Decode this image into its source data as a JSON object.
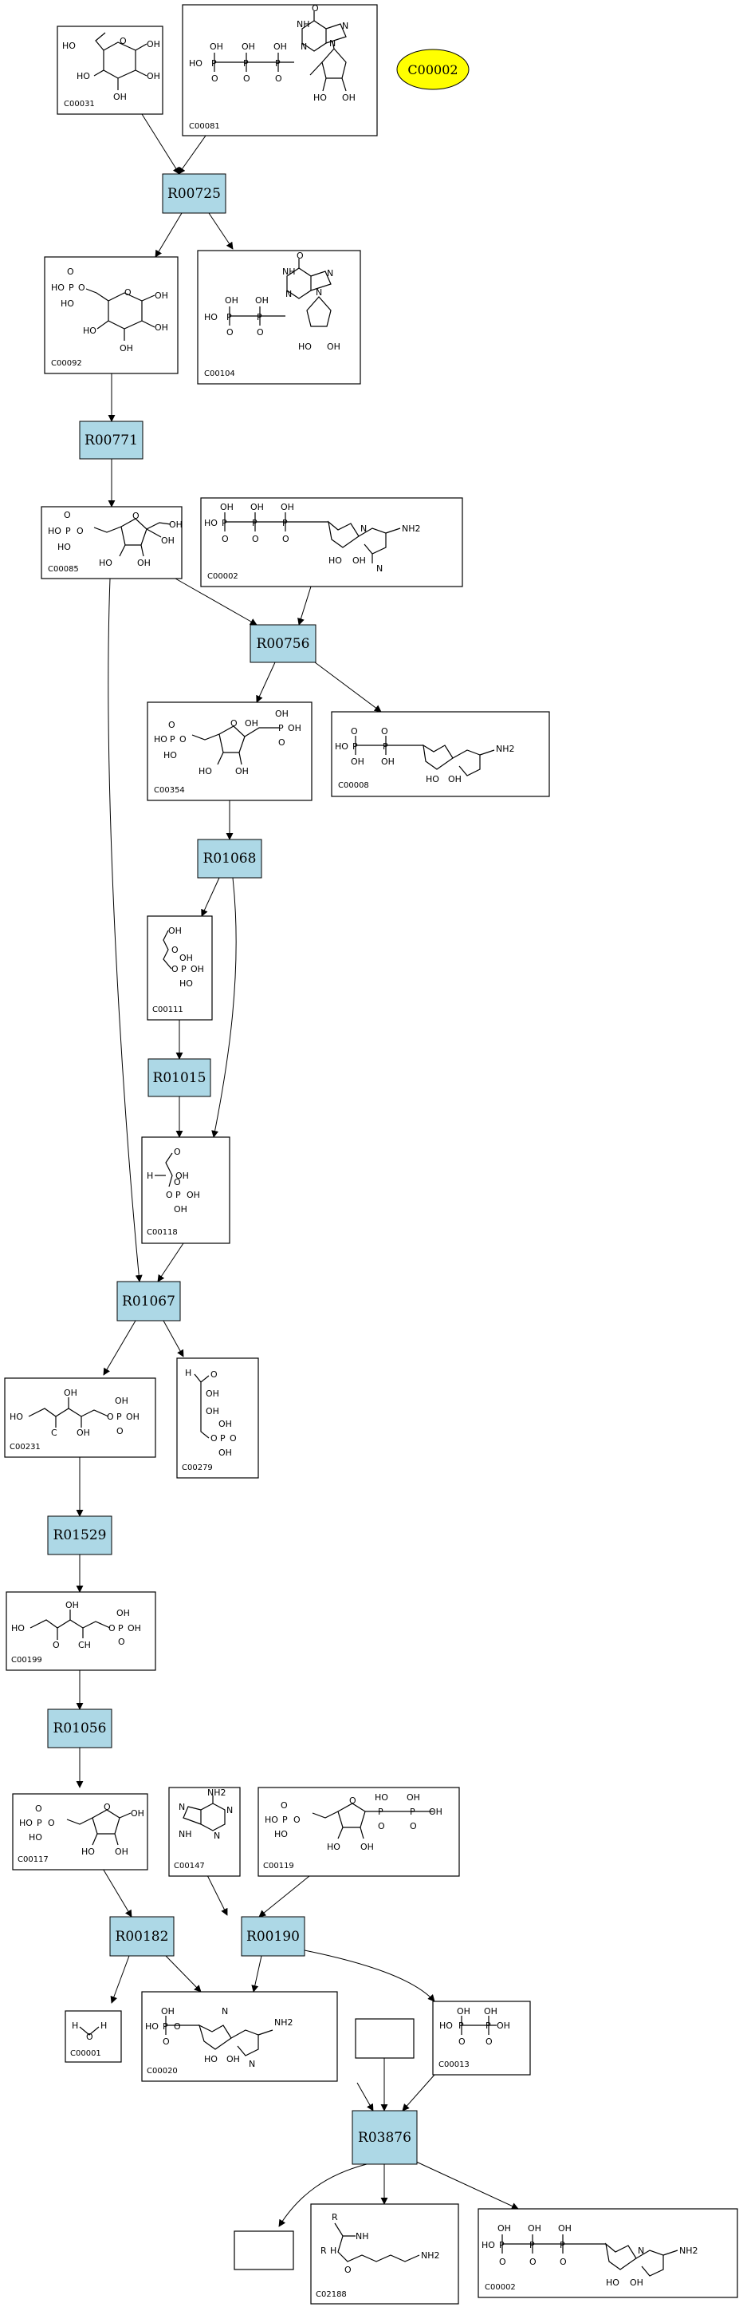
{
  "highlight": {
    "label": "C00002",
    "fill": "#ffff00"
  },
  "colors": {
    "reaction_fill": "#add8e6",
    "highlight_fill": "#ffff00"
  },
  "reactions": {
    "R00725": "R00725",
    "R00771": "R00771",
    "R00756": "R00756",
    "R01068": "R01068",
    "R01015": "R01015",
    "R01067": "R01067",
    "R01529": "R01529",
    "R01056": "R01056",
    "R00182": "R00182",
    "R00190": "R00190",
    "R03876": "R03876"
  },
  "compounds": {
    "C00031": "C00031",
    "C00081": "C00081",
    "C00092": "C00092",
    "C00104": "C00104",
    "C00085": "C00085",
    "C00002a": "C00002",
    "C00354": "C00354",
    "C00008": "C00008",
    "C00111": "C00111",
    "C00118": "C00118",
    "C00231": "C00231",
    "C00279": "C00279",
    "C00199": "C00199",
    "C00117": "C00117",
    "C00147": "C00147",
    "C00119": "C00119",
    "C00001": "C00001",
    "C00020": "C00020",
    "C00013": "C00013",
    "C02188": "C02188",
    "C00002b": "C00002"
  },
  "atoms": {
    "OH": "OH",
    "HO": "HO",
    "O": "O",
    "P": "P",
    "N": "N",
    "H": "H",
    "NH": "NH",
    "NH2": "NH2",
    "R": "R",
    "C": "C",
    "CH": "CH",
    "HOP": "HO-P"
  }
}
